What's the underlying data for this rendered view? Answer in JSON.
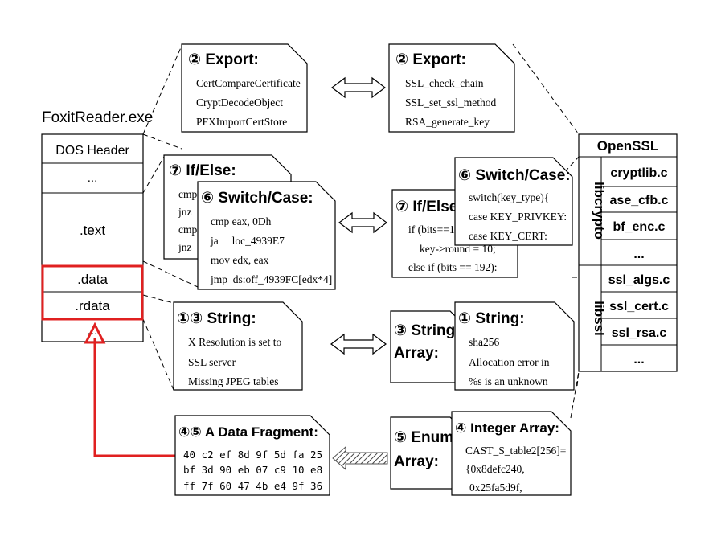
{
  "exe": {
    "title": "FoxitReader.exe",
    "rows": [
      "DOS Header",
      "...",
      ".text",
      ".data",
      ".rdata",
      "..."
    ]
  },
  "openssl": {
    "title": "OpenSSL",
    "libcrypto_label": "libcrypto",
    "libssl_label": "libssl",
    "libcrypto_files": [
      "cryptlib.c",
      "ase_cfb.c",
      "bf_enc.c",
      "..."
    ],
    "libssl_files": [
      "ssl_algs.c",
      "ssl_cert.c",
      "ssl_rsa.c",
      "..."
    ]
  },
  "foxit_export": {
    "title": "② Export:",
    "lines": [
      "CertCompareCertificate",
      "CryptDecodeObject",
      "PFXImportCertStore"
    ]
  },
  "ssl_export": {
    "title": "② Export:",
    "lines": [
      "SSL_check_chain",
      "SSL_set_ssl_method",
      "RSA_generate_key"
    ]
  },
  "foxit_ifelse": {
    "title": "⑦ If/Else:",
    "lines": [
      "cmp",
      "jnz",
      "cmp",
      "jnz"
    ]
  },
  "foxit_switch": {
    "title": "⑥ Switch/Case:",
    "lines": [
      "cmp eax, 0Dh",
      "ja     loc_4939E7",
      "mov edx, eax",
      "jmp  ds:off_4939FC[edx*4]"
    ]
  },
  "ssl_ifelse": {
    "title": "⑦ If/Else",
    "lines": [
      "if (bits==1",
      "key->round = 10;",
      "else if (bits == 192):"
    ]
  },
  "ssl_switch": {
    "title": "⑥ Switch/Case:",
    "lines": [
      "switch(key_type){",
      "case KEY_PRIVKEY:",
      "case KEY_CERT:"
    ]
  },
  "foxit_string": {
    "title": "①③  String:",
    "lines": [
      "X Resolution is set to",
      "SSL server",
      "Missing JPEG tables"
    ]
  },
  "ssl_string_array": {
    "title_line1": "③ String",
    "title_line2": "Array:"
  },
  "ssl_string": {
    "title": "① String:",
    "lines": [
      "sha256",
      "Allocation error in",
      "%s is an unknown"
    ]
  },
  "foxit_fragment": {
    "title": "④⑤  A Data Fragment:",
    "lines": [
      "40 c2 ef 8d 9f 5d fa 25",
      "bf 3d 90 eb 07 c9 10 e8",
      "ff 7f 60 47 4b e4 9f 36"
    ]
  },
  "ssl_enum": {
    "title_line1": "⑤ Enum",
    "title_line2": "Array:"
  },
  "ssl_int_array": {
    "title": "④ Integer Array:",
    "lines": [
      "CAST_S_table2[256]=",
      "{0x8defc240,",
      "0x25fa5d9f,"
    ]
  },
  "colors": {
    "highlight": "#e02020",
    "stroke": "#000000"
  }
}
